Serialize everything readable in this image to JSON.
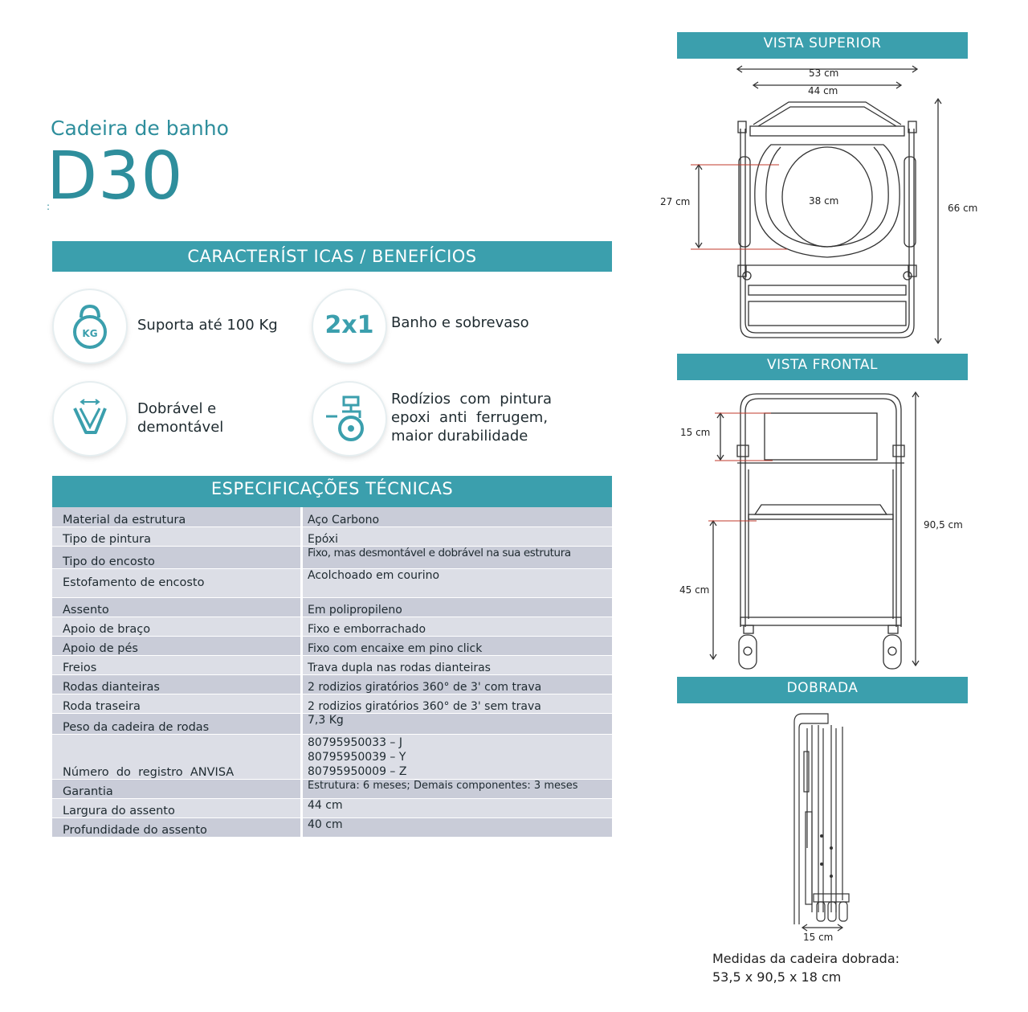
{
  "header": {
    "subtitle": "Cadeira de banho",
    "model": "D30",
    "mark": ":"
  },
  "features_section": {
    "title": "CARACTERÍST ICAS / BENEFÍCIOS",
    "items": [
      {
        "icon": "kettlebell-icon",
        "icon_text": "KG",
        "label": "Suporta até 100 Kg"
      },
      {
        "icon": "two-in-one-icon",
        "icon_text": "2x1",
        "label": "Banho e sobrevaso"
      },
      {
        "icon": "folding-icon",
        "label_line1": "Dobrável e",
        "label_line2": "demontável"
      },
      {
        "icon": "caster-wheel-icon",
        "label_line1": "Rodízios  com  pintura",
        "label_line2": "epoxi  anti  ferrugem,",
        "label_line3": "maior durabilidade"
      }
    ]
  },
  "specs_section": {
    "title": "ESPECIFICAÇÕES TÉCNICAS",
    "rows": [
      {
        "label": "Material da estrutura",
        "value": "Aço Carbono"
      },
      {
        "label": "Tipo de pintura",
        "value": "Epóxi"
      },
      {
        "label": "Tipo do encosto",
        "value": "Fixo, mas desmontável e dobrável na sua estrutura"
      },
      {
        "label": "Estofamento de encosto",
        "value": "Acolchoado em courino"
      },
      {
        "label": "Assento",
        "value": "Em polipropileno"
      },
      {
        "label": "Apoio de braço",
        "value": "Fixo e emborrachado"
      },
      {
        "label": "Apoio de pés",
        "value": "Fixo com encaixe em pino click"
      },
      {
        "label": "Freios",
        "value": "Trava dupla nas rodas dianteiras"
      },
      {
        "label": "Rodas dianteiras",
        "value": "2 rodizios giratórios 360° de 3' com trava"
      },
      {
        "label": "Roda traseira",
        "value": "2 rodizios giratórios 360° de 3' sem trava"
      },
      {
        "label": "Peso da cadeira de rodas",
        "value": "7,3 Kg"
      },
      {
        "label": "Número  do  registro  ANVISA",
        "value_lines": [
          "80795950033 – J",
          "80795950039 – Y",
          "80795950009 – Z"
        ]
      },
      {
        "label": "Garantia",
        "value": "Estrutura: 6 meses; Demais componentes: 3 meses"
      },
      {
        "label": "Largura do assento",
        "value": "44 cm"
      },
      {
        "label": "Profundidade do assento",
        "value": "40 cm"
      }
    ]
  },
  "views": {
    "top": {
      "title": "VISTA SUPERIOR",
      "dims": {
        "outer_width": "53  cm",
        "inner_width": "44 cm",
        "seat_depth": "27 cm",
        "hole": "38 cm",
        "length": "66 cm"
      }
    },
    "front": {
      "title": "VISTA FRONTAL",
      "dims": {
        "backrest": "15 cm",
        "seat_height": "45 cm",
        "total_height": "90,5 cm"
      }
    },
    "folded": {
      "title": "DOBRADA",
      "dims": {
        "depth": "15 cm"
      },
      "caption_line1": "Medidas da cadeira dobrada:",
      "caption_line2": "53,5 x 90,5 x 18 cm"
    }
  },
  "colors": {
    "accent": "#3b9fad",
    "title": "#2e8e9c",
    "row_dark": "#c9ccd8",
    "row_light": "#dcdee6"
  }
}
